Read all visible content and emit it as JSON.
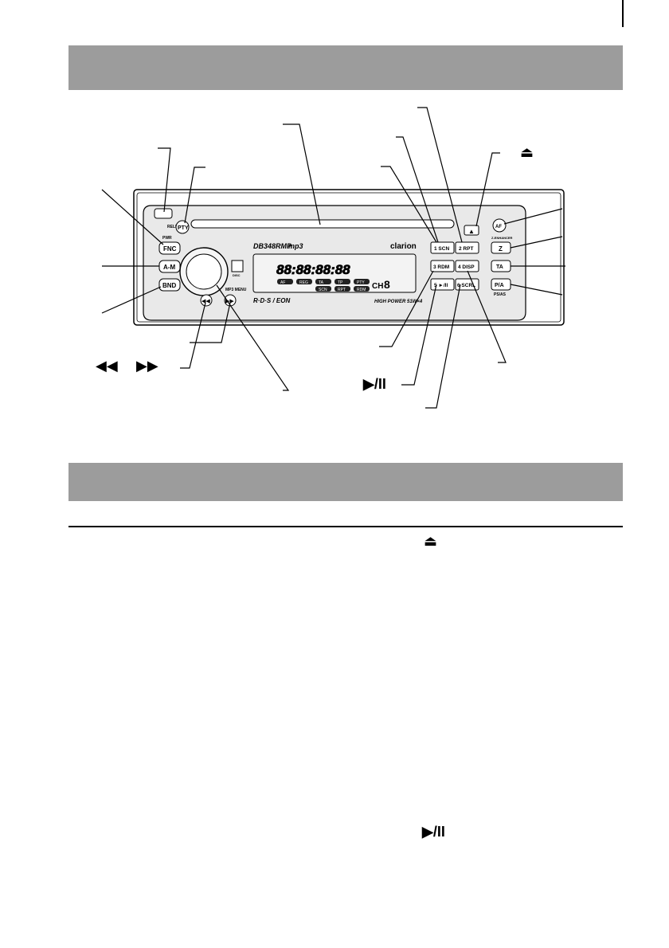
{
  "colors": {
    "band": "#9c9c9c",
    "unit_face": "#e9e9e9",
    "display_bg": "#f3f3f3",
    "ink": "#000000"
  },
  "unit": {
    "brand": "clarion",
    "model": "DB348RMP",
    "model_mp3": "mp3",
    "rds_logo": "R·D·S / EON",
    "power_label": "HIGH POWER 51W×4",
    "display_digits": "88:88:88:88",
    "display_ch": "CH",
    "display_ch_digit": "8",
    "release_label": "RELEASE",
    "pwr_label": "PWR",
    "sub_a_m": "Z-ENHANCER",
    "disp_icons": [
      "AF",
      "REG",
      "TA",
      "TP",
      "PTY"
    ],
    "disp_icons2": [
      "SCN",
      "RPT",
      "RDM"
    ],
    "cd_logo": "DISC",
    "mp3_menu": "MP3 MENU",
    "ps_as": "PS/AS",
    "buttons": {
      "fnc": "FNC",
      "a_m": "A-M",
      "bnd": "BND",
      "pty": "PTY",
      "af": "AF",
      "z": "Z",
      "ta": "TA",
      "p_a": "P/A",
      "p1": "1 SCN",
      "p2": "2 RPT",
      "p3": "3 RDM",
      "p4": "4 DISP",
      "p5": "5 ►/II",
      "p6": "6 SCRL"
    }
  },
  "icons": {
    "eject": "eject-icon",
    "seek": "seek-icons",
    "play_pause": "play-pause-icon"
  }
}
